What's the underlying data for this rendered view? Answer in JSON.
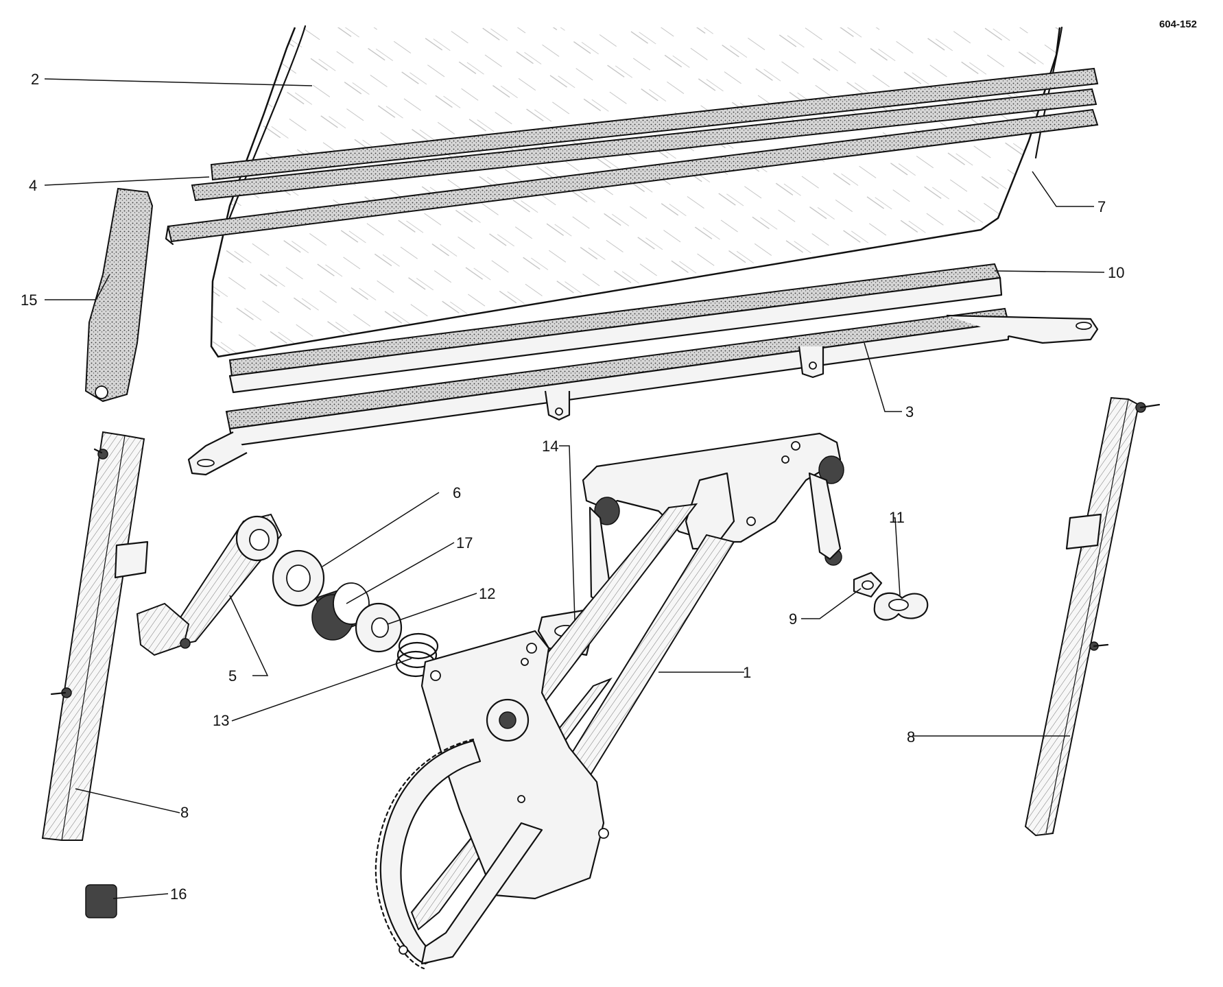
{
  "reference_code": "604-152",
  "parts": [
    {
      "number": "1"
    },
    {
      "number": "2"
    },
    {
      "number": "3"
    },
    {
      "number": "4"
    },
    {
      "number": "5"
    },
    {
      "number": "6"
    },
    {
      "number": "7"
    },
    {
      "number": "8"
    },
    {
      "number": "8"
    },
    {
      "number": "9"
    },
    {
      "number": "10"
    },
    {
      "number": "11"
    },
    {
      "number": "12"
    },
    {
      "number": "13"
    },
    {
      "number": "14"
    },
    {
      "number": "15"
    },
    {
      "number": "16"
    },
    {
      "number": "17"
    }
  ]
}
